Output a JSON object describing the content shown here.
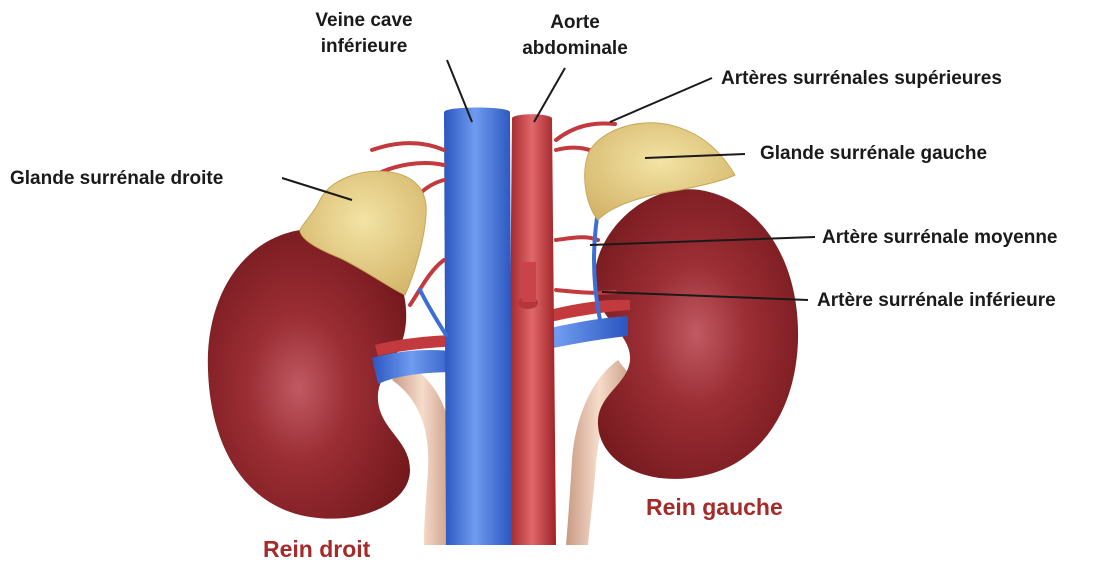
{
  "labels": {
    "vena_cava": [
      "Veine cave",
      "inférieure"
    ],
    "aorta": [
      "Aorte",
      "abdominale"
    ],
    "sup_arteries": "Artères surrénales supérieures",
    "left_gland": "Glande surrénale gauche",
    "right_gland": "Glande surrénale droite",
    "mid_artery": "Artère surrénale moyenne",
    "inf_artery": "Artère surrénale inférieure",
    "left_kidney": "Rein gauche",
    "right_kidney": "Rein droit"
  },
  "colors": {
    "kidney": "#7a1a1c",
    "kidney_highlight": "#c05a63",
    "gland": "#e6cf86",
    "vein": "#3c6fd6",
    "artery": "#c33a3e",
    "ureter": "#e9c3ab",
    "organ_label": "#a52a2a",
    "leader_line": "#1a1a1a"
  }
}
